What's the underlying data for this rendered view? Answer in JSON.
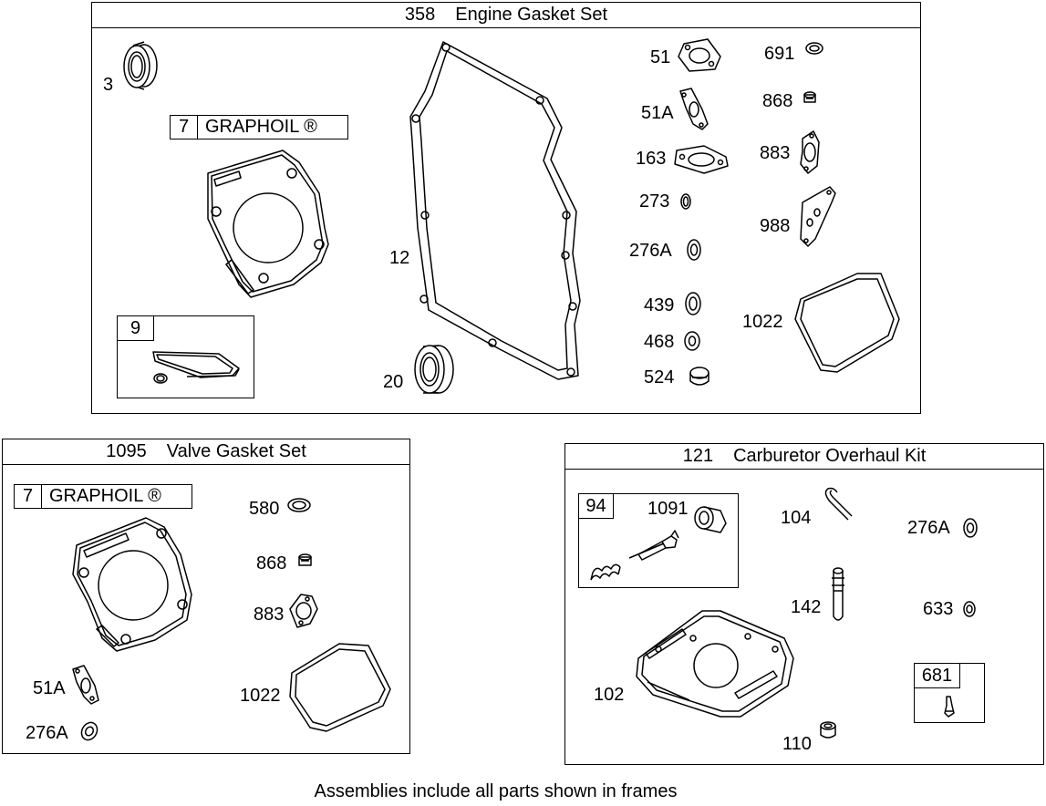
{
  "engine": {
    "number": "358",
    "title": "Engine Gasket Set",
    "graphoil": {
      "number": "7",
      "label": "GRAPHOIL ®"
    },
    "sub9": "9",
    "labels": [
      "3",
      "12",
      "20",
      "51",
      "51A",
      "163",
      "273",
      "276A",
      "439",
      "468",
      "524",
      "691",
      "868",
      "883",
      "988",
      "1022"
    ]
  },
  "valve": {
    "number": "1095",
    "title": "Valve Gasket Set",
    "graphoil": {
      "number": "7",
      "label": "GRAPHOIL ®"
    },
    "labels": [
      "580",
      "868",
      "883",
      "1022",
      "51A",
      "276A"
    ]
  },
  "carb": {
    "number": "121",
    "title": "Carburetor Overhaul Kit",
    "sub94": "94",
    "sub681": "681",
    "labels": [
      "1091",
      "104",
      "276A",
      "142",
      "633",
      "102",
      "110"
    ]
  },
  "footer": "Assemblies include all parts shown in frames"
}
